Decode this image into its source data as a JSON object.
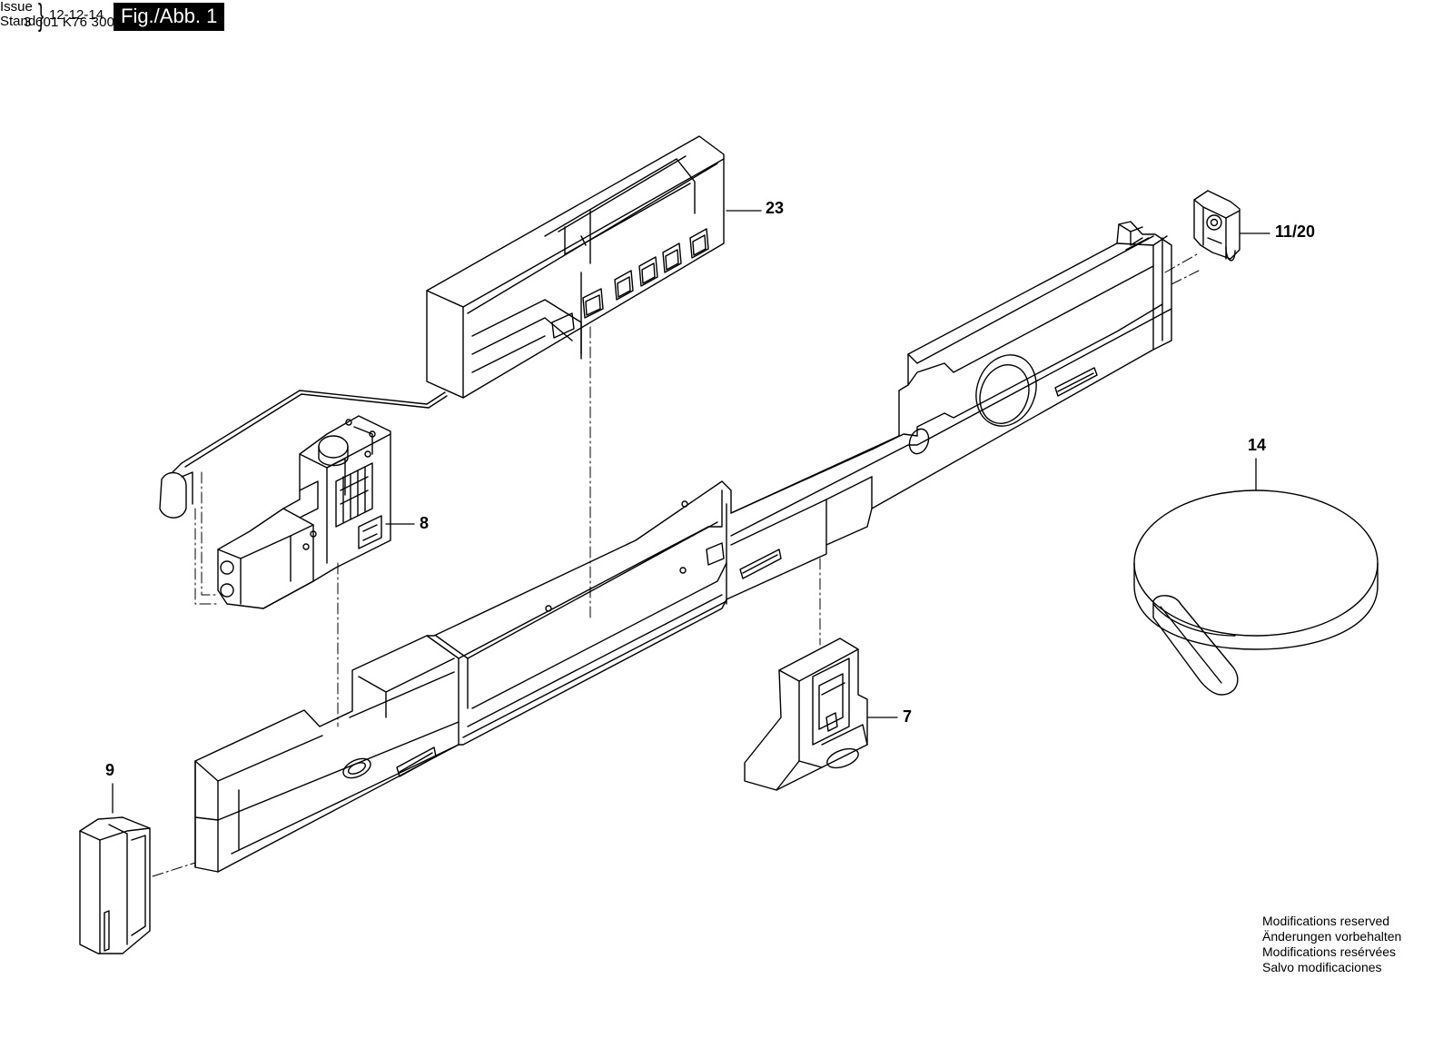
{
  "header": {
    "doc_number": "3 601 K76 300",
    "issue_label": "Issue",
    "stand_label": "Stand",
    "brace": "}",
    "issue_date": "12-12-14",
    "fig_label": "Fig./Abb. 1"
  },
  "parts": {
    "p23": "23",
    "p11_20": "11/20",
    "p14": "14",
    "p8": "8",
    "p7": "7",
    "p9": "9"
  },
  "notice": {
    "en": "Modifications reserved",
    "de": "Änderungen vorbehalten",
    "fr": "Modifications resérvées",
    "es": "Salvo modificaciones"
  }
}
